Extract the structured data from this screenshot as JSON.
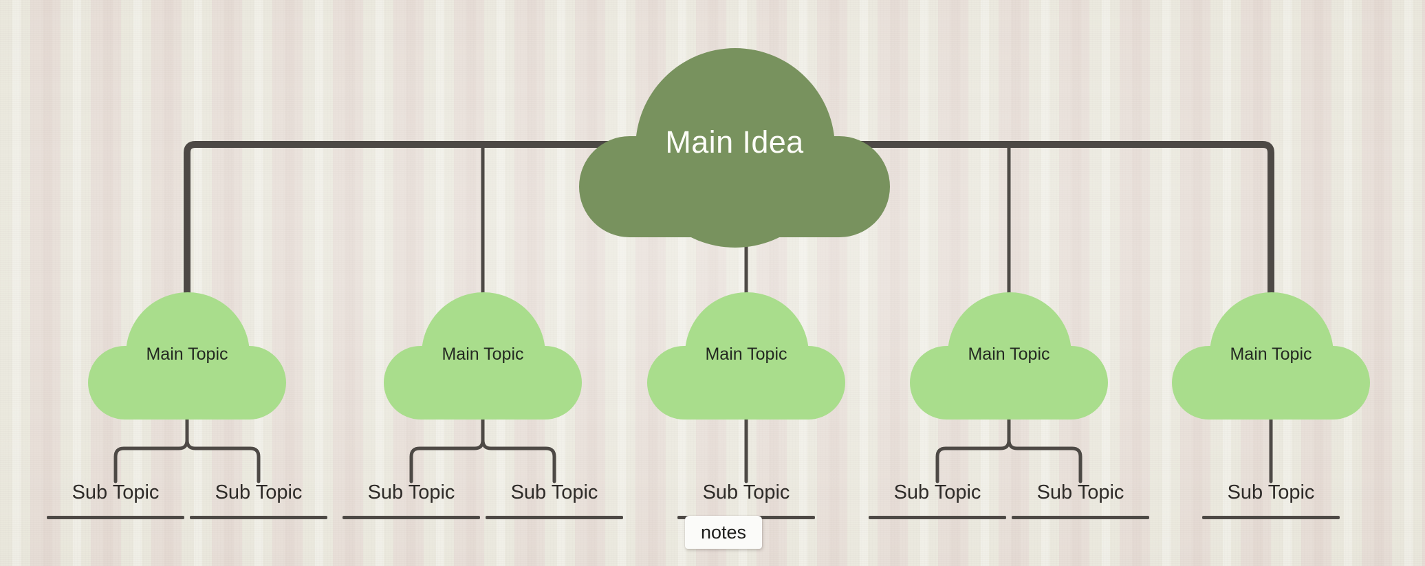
{
  "diagram": {
    "type": "mind-map",
    "root": {
      "label": "Main Idea",
      "shape": "cloud",
      "fill": "#78925e",
      "text_color": "#fdfdf8"
    },
    "branch_fill": "#a9dd8c",
    "branch_text_color": "#242a22",
    "connector_color": "#4d4945",
    "subtopic_text_color": "#2e2b28",
    "branches": [
      {
        "label": "Main Topic",
        "children": [
          {
            "label": "Sub Topic"
          },
          {
            "label": "Sub Topic"
          }
        ]
      },
      {
        "label": "Main Topic",
        "children": [
          {
            "label": "Sub Topic"
          },
          {
            "label": "Sub Topic"
          }
        ]
      },
      {
        "label": "Main Topic",
        "children": [
          {
            "label": "Sub Topic",
            "note": "notes"
          }
        ]
      },
      {
        "label": "Main Topic",
        "children": [
          {
            "label": "Sub Topic"
          },
          {
            "label": "Sub Topic"
          }
        ]
      },
      {
        "label": "Main Topic",
        "children": [
          {
            "label": "Sub Topic"
          }
        ]
      }
    ],
    "note_card": {
      "label": "notes"
    }
  },
  "background": {
    "stripe_light": "#eae8dd",
    "stripe_dark": "#e7ded7"
  }
}
